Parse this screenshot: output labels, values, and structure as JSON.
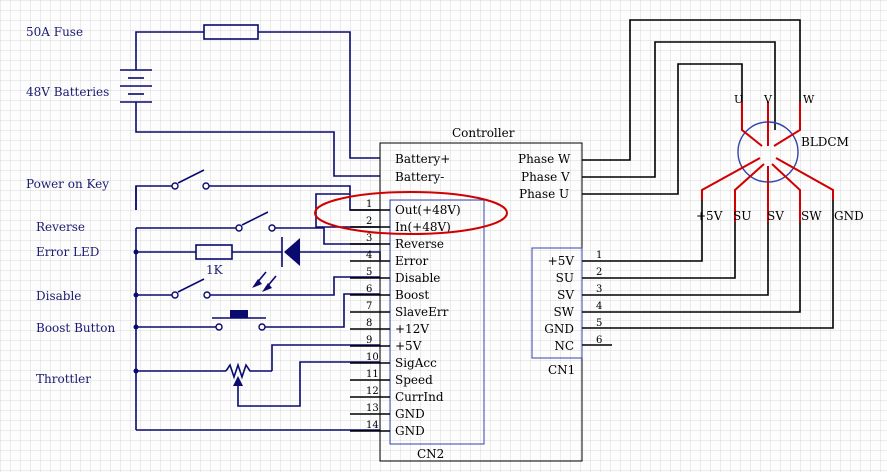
{
  "labels": {
    "fuse": "50A Fuse",
    "batteries": "48V Batteries",
    "power_key": "Power on Key",
    "reverse": "Reverse",
    "error_led": "Error LED",
    "disable": "Disable",
    "boost_button": "Boost Button",
    "throttler": "Throttler",
    "resistor": "1K"
  },
  "controller": {
    "title": "Controller",
    "left_pins": [
      "Battery+",
      "Battery-"
    ],
    "right_pins": [
      "Phase W",
      "Phase V",
      "Phase U"
    ]
  },
  "cn2": {
    "name": "CN2",
    "pin_numbers": [
      "1",
      "2",
      "3",
      "4",
      "5",
      "6",
      "7",
      "8",
      "9",
      "10",
      "11",
      "12",
      "13",
      "14"
    ],
    "pin_labels": [
      "Out(+48V)",
      "In(+48V)",
      "Reverse",
      "Error",
      "Disable",
      "Boost",
      "SlaveErr",
      "+12V",
      "+5V",
      "SigAcc",
      "Speed",
      "CurrInd",
      "GND",
      "GND"
    ]
  },
  "cn1": {
    "name": "CN1",
    "pin_numbers": [
      "1",
      "2",
      "3",
      "4",
      "5",
      "6"
    ],
    "pin_labels": [
      "+5V",
      "SU",
      "SV",
      "SW",
      "GND",
      "NC"
    ]
  },
  "motor": {
    "name": "BLDCM",
    "phases": [
      "U",
      "V",
      "W"
    ],
    "sensor_labels": [
      "+5V",
      "SU",
      "SV",
      "SW",
      "GND"
    ]
  },
  "colors": {
    "wire": "#0a0a6e",
    "highlight": "#d00000",
    "grid": "#c8c8c8"
  }
}
